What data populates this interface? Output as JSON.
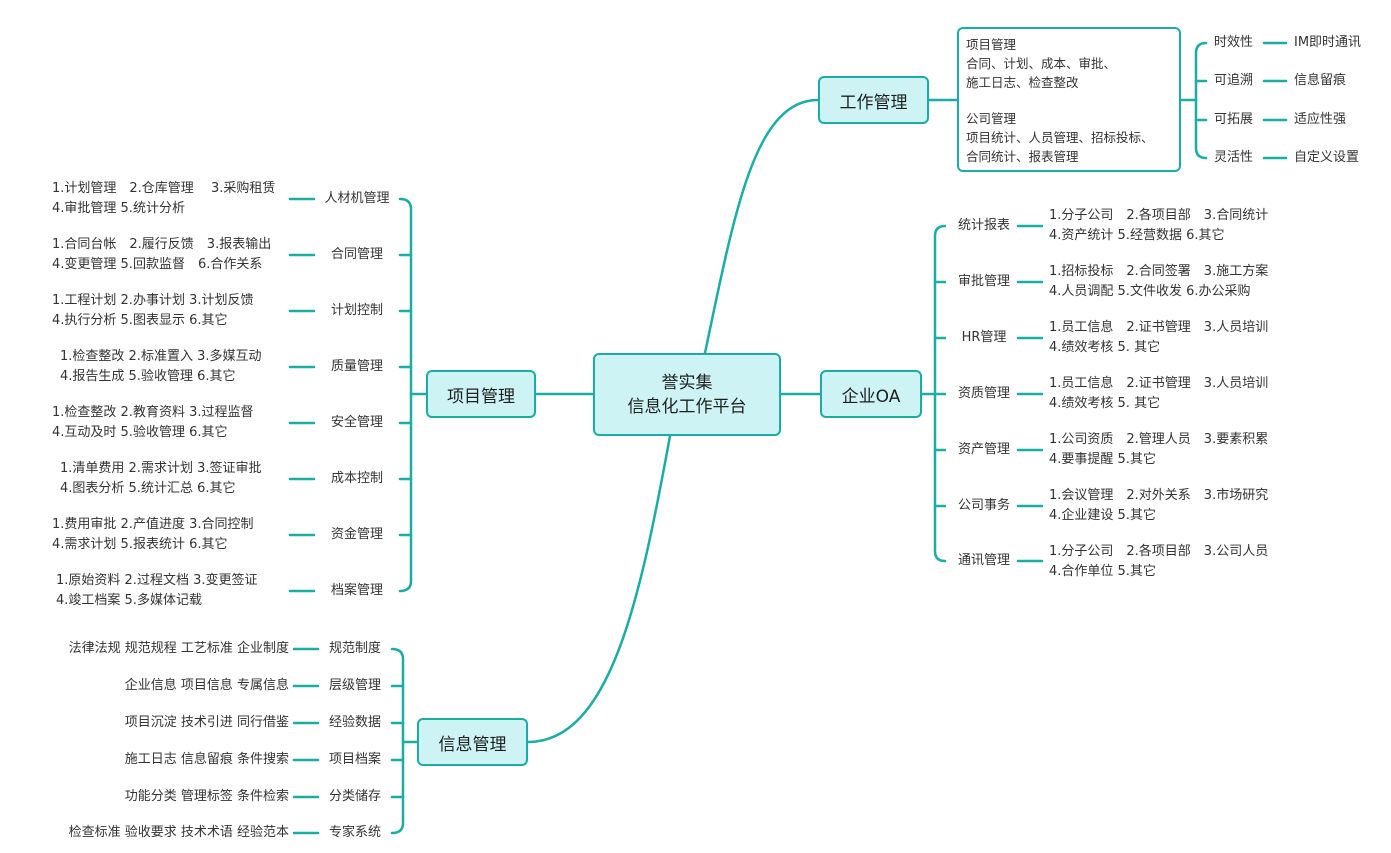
{
  "center": {
    "line1": "誉实集",
    "line2": "信息化工作平台"
  },
  "branches": {
    "work": {
      "title": "工作管理",
      "box": {
        "p1_title": "项目管理",
        "p1_l1": "合同、计划、成本、审批、",
        "p1_l2": "施工日志、检查整改",
        "p2_title": "公司管理",
        "p2_l1": "项目统计、人员管理、招标投标、",
        "p2_l2": "合同统计、报表管理"
      },
      "features": [
        {
          "name": "时效性",
          "desc": "IM即时通讯"
        },
        {
          "name": "可追溯",
          "desc": "信息留痕"
        },
        {
          "name": "可拓展",
          "desc": "适应性强"
        },
        {
          "name": "灵活性",
          "desc": "自定义设置"
        }
      ]
    },
    "oa": {
      "title": "企业OA",
      "items": [
        {
          "name": "统计报表",
          "l1": "1.分子公司　2.各项目部　3.合同统计",
          "l2": "4.资产统计  5.经营数据   6.其它"
        },
        {
          "name": "审批管理",
          "l1": "1.招标投标　2.合同签署　3.施工方案",
          "l2": "4.人员调配  5.文件收发   6.办公采购"
        },
        {
          "name": "HR管理",
          "l1": "1.员工信息　2.证书管理　3.人员培训",
          "l2": "4.绩效考核  5. 其它"
        },
        {
          "name": "资质管理",
          "l1": "1.员工信息　2.证书管理　3.人员培训",
          "l2": "4.绩效考核  5. 其它"
        },
        {
          "name": "资产管理",
          "l1": "1.公司资质　2.管理人员　3.要素积累",
          "l2": "4.要事提醒  5.其它"
        },
        {
          "name": "公司事务",
          "l1": "1.会议管理　2.对外关系　3.市场研究",
          "l2": "4.企业建设  5.其它"
        },
        {
          "name": "通讯管理",
          "l1": "1.分子公司　2.各项目部　3.公司人员",
          "l2": "4.合作单位  5.其它"
        }
      ]
    },
    "project": {
      "title": "项目管理",
      "items": [
        {
          "name": "人材机管理",
          "l1": "1.计划管理　2.仓库管理　 3.采购租赁",
          "l2": "4.审批管理  5.统计分析"
        },
        {
          "name": "合同管理",
          "l1": "1.合同台帐　2.履行反馈　3.报表输出",
          "l2": "4.变更管理  5.回款监督　6.合作关系"
        },
        {
          "name": "计划控制",
          "l1": "1.工程计划  2.办事计划  3.计划反馈",
          "l2": "4.执行分析  5.图表显示  6.其它"
        },
        {
          "name": "质量管理",
          "l1": "1.检查整改  2.标准置入  3.多媒互动",
          "l2": "4.报告生成  5.验收管理  6.其它"
        },
        {
          "name": "安全管理",
          "l1": "1.检查整改  2.教育资料  3.过程监督",
          "l2": "4.互动及时  5.验收管理  6.其它"
        },
        {
          "name": "成本控制",
          "l1": "1.清单费用  2.需求计划  3.签证审批",
          "l2": "4.图表分析  5.统计汇总  6.其它"
        },
        {
          "name": "资金管理",
          "l1": "1.费用审批  2.产值进度  3.合同控制",
          "l2": "4.需求计划  5.报表统计   6.其它"
        },
        {
          "name": "档案管理",
          "l1": "1.原始资料  2.过程文档  3.变更签证",
          "l2": "4.竣工档案  5.多媒体记载"
        }
      ]
    },
    "info": {
      "title": "信息管理",
      "items": [
        {
          "name": "规范制度",
          "desc": "法律法规  规范规程  工艺标准  企业制度"
        },
        {
          "name": "层级管理",
          "desc": "企业信息  项目信息  专属信息"
        },
        {
          "name": "经验数据",
          "desc": "项目沉淀  技术引进  同行借鉴"
        },
        {
          "name": "项目档案",
          "desc": "施工日志  信息留痕  条件搜索"
        },
        {
          "name": "分类储存",
          "desc": "功能分类  管理标签  条件检索"
        },
        {
          "name": "专家系统",
          "desc": "检查标准  验收要求  技术术语  经验范本"
        }
      ]
    }
  }
}
